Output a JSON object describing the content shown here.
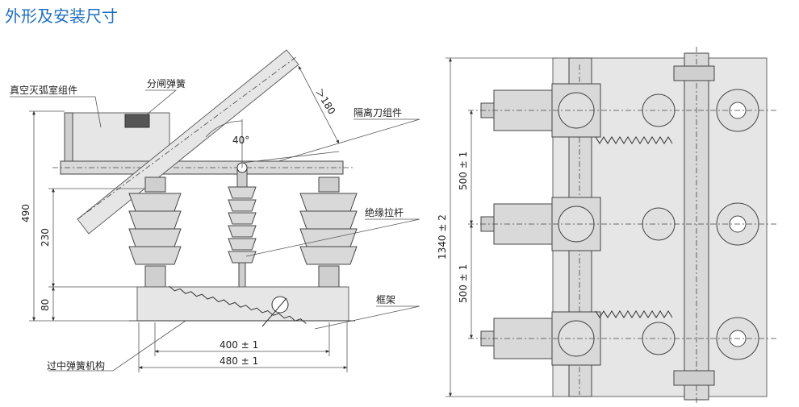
{
  "title": "外形及安装尺寸",
  "labels": {
    "vacuum_chamber": "真空灭弧室组件",
    "opening_spring": "分闸弹簧",
    "disconnector": "隔离刀组件",
    "insulating_rod": "绝缘拉杆",
    "frame": "框架",
    "overcenter_spring": "过中弹簧机构"
  },
  "dims_left": {
    "angle": "40°",
    "min_length": "＞180",
    "height_total": "490",
    "height_mid": "230",
    "height_low": "80",
    "width_inner": "400 ± 1",
    "width_outer": "480 ± 1"
  },
  "dims_right": {
    "total": "1340 ± 2",
    "pitch_upper": "500 ± 1",
    "pitch_lower": "500 ± 1"
  }
}
